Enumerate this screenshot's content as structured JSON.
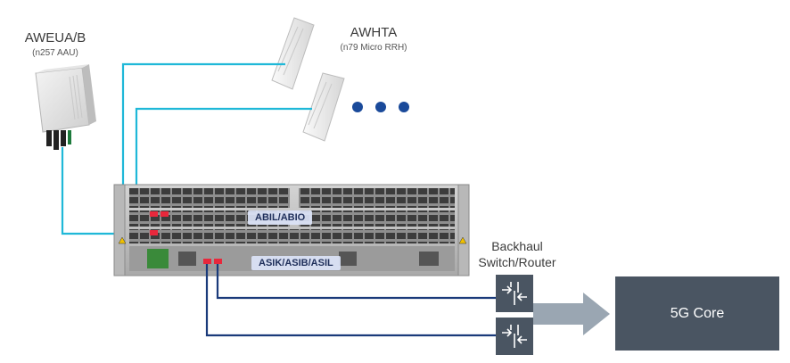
{
  "devices": {
    "aweua": {
      "title": "AWEUA/B",
      "subtitle": "(n257 AAU)"
    },
    "awhta": {
      "title": "AWHTA",
      "subtitle": "(n79 Micro RRH)"
    },
    "chassis": {
      "top_card_label": "ABIL/ABIO",
      "bottom_card_label": "ASIK/ASIB/ASIL"
    },
    "backhaul": {
      "line1": "Backhaul",
      "line2": "Switch/Router"
    },
    "core": {
      "label": "5G Core"
    }
  },
  "colors": {
    "fronthaul_cable": "#1fb8d8",
    "backhaul_cable": "#1a3a7a",
    "router_fill": "#4a5562",
    "core_fill": "#4a5562",
    "arrow_fill": "#9aa6b2",
    "ellipsis_dot": "#1a4a9a",
    "port_red": "#e8283c"
  },
  "icons": {
    "aau": "aau-radio-icon",
    "micro_rrh": "micro-rrh-icon",
    "router": "router-icon",
    "baseband_chassis": "baseband-chassis-icon"
  }
}
